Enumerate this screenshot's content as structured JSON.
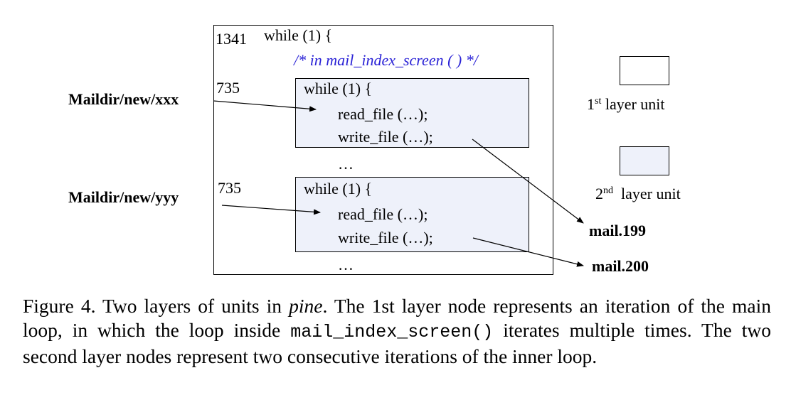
{
  "diagram": {
    "outer_line": "1341",
    "outer_code": "while (1) {",
    "comment": "/* in mail_index_screen ( ) */",
    "inner_1": {
      "line": "735",
      "code_head": "while (1) {",
      "code_read": "read_file (…);",
      "code_write": "write_file (…);",
      "input_label": "Maildir/new/xxx",
      "output_label": "mail.199"
    },
    "ellipsis_1": "…",
    "inner_2": {
      "line": "735",
      "code_head": "while (1) {",
      "code_read": "read_file (…);",
      "code_write": "write_file (…);",
      "input_label": "Maildir/new/yyy",
      "output_label": "mail.200"
    },
    "ellipsis_2": "…",
    "legend": {
      "first_num": "1",
      "first_sup": "st",
      "first_text": " layer unit",
      "second_num": "2",
      "second_sup": "nd",
      "second_text": "  layer unit",
      "first_fill": "#ffffff",
      "second_fill": "#eef1fa"
    },
    "comment_color": "#2a22d6"
  },
  "caption": {
    "part1": "Figure 4.   Two layers of units in ",
    "italic": "pine",
    "part2": ". The 1st layer node represents an iteration of the main loop, in which the loop inside ",
    "code": "mail_index_screen()",
    "part3": " iterates multiple times. The two second layer nodes represent two consecutive iterations of the inner loop."
  }
}
